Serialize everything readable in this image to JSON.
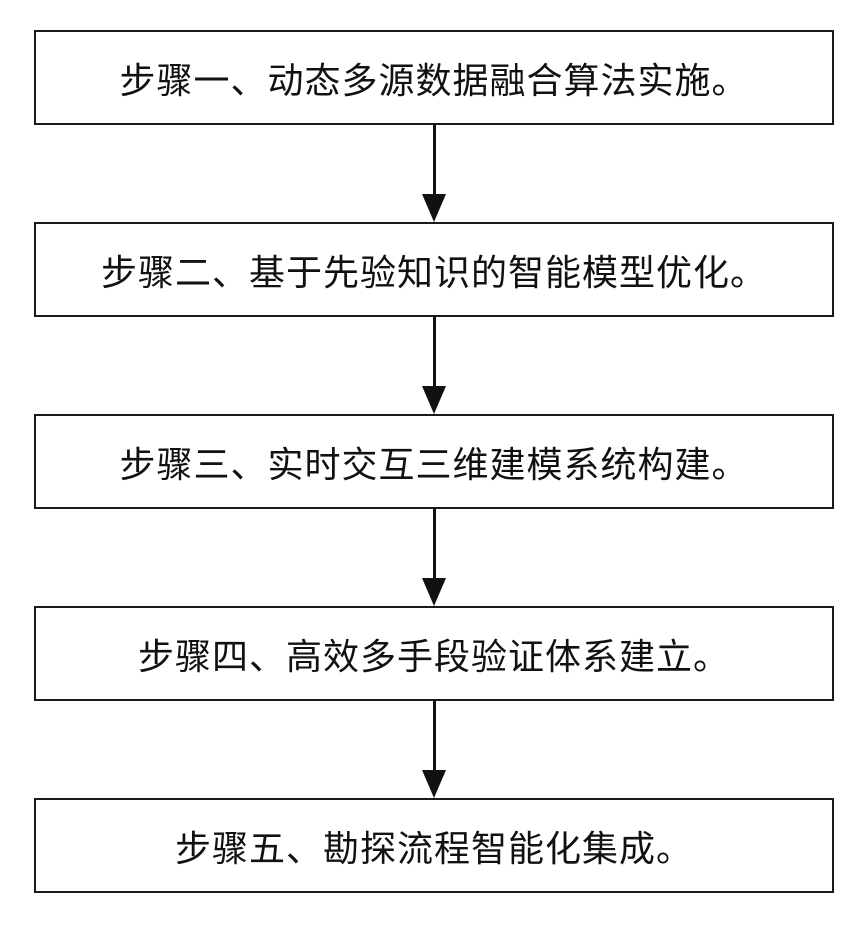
{
  "flowchart": {
    "title": "",
    "steps": [
      {
        "label": "步骤一、动态多源数据融合算法实施。"
      },
      {
        "label": "步骤二、基于先验知识的智能模型优化。"
      },
      {
        "label": "步骤三、实时交互三维建模系统构建。"
      },
      {
        "label": "步骤四、高效多手段验证体系建立。"
      },
      {
        "label": "步骤五、勘探流程智能化集成。"
      }
    ],
    "colors": {
      "border": "#1a1a1a",
      "text": "#111111",
      "background": "#ffffff"
    }
  }
}
